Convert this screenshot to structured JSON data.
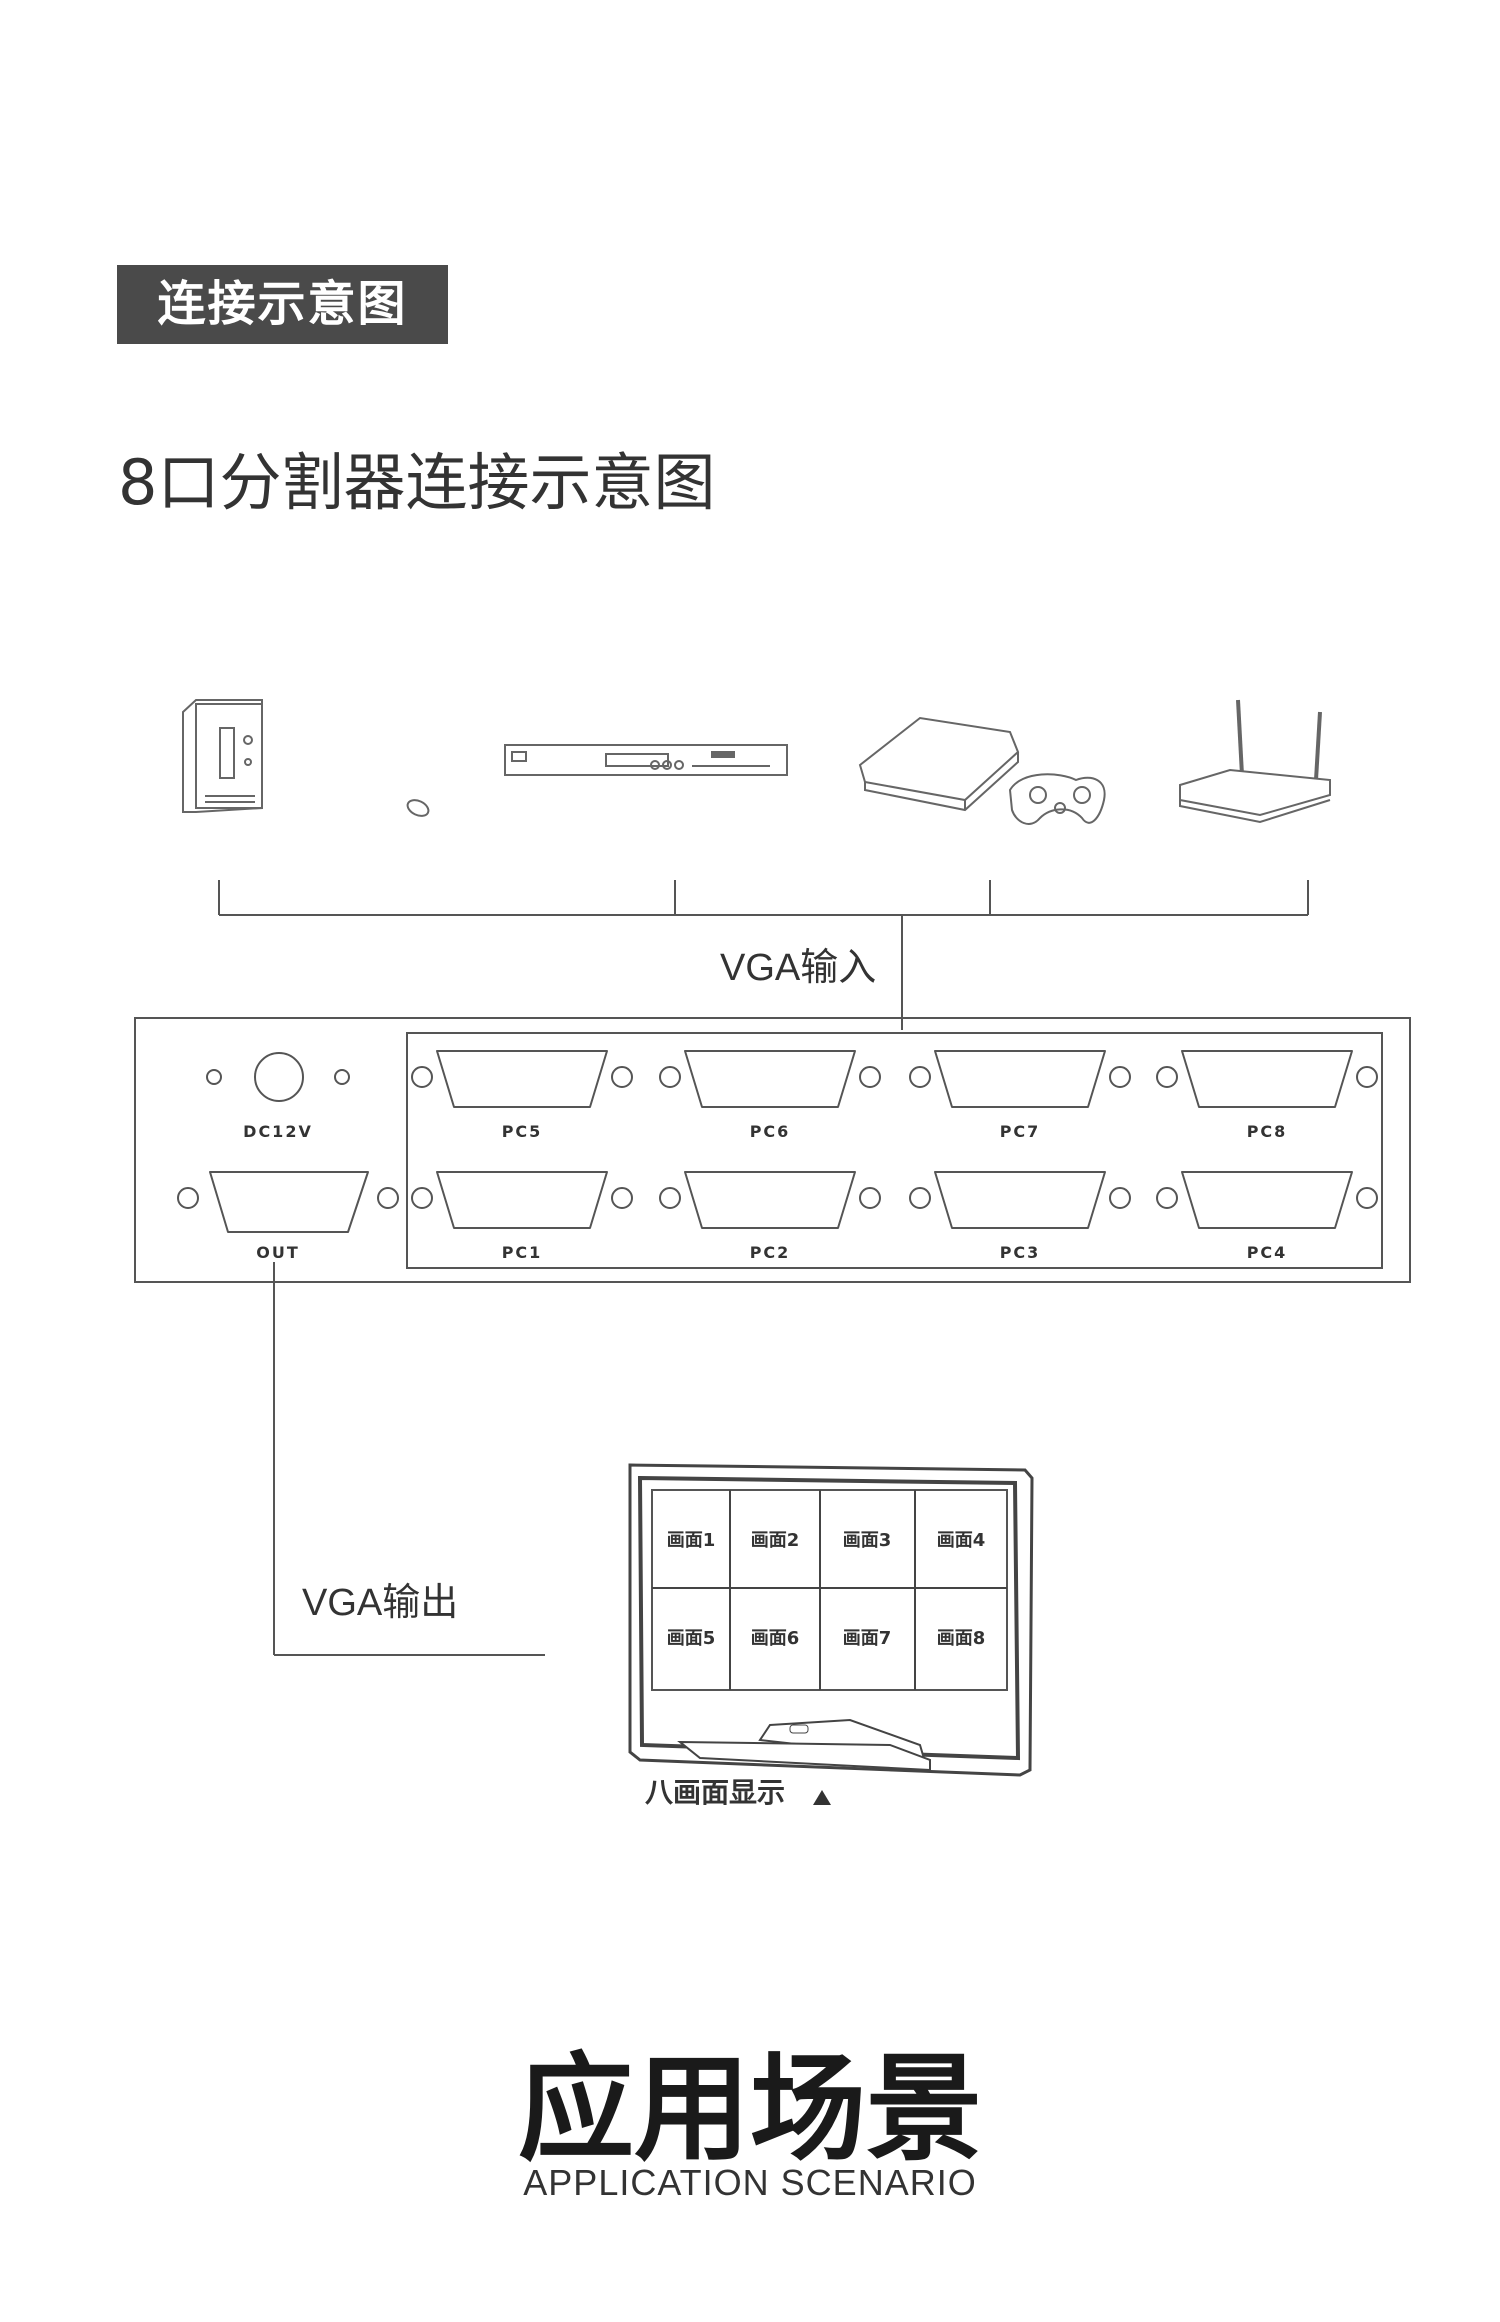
{
  "header": {
    "badge": "连接示意图",
    "subtitle": "8口分割器连接示意图"
  },
  "diagram": {
    "vga_input_label": "VGA输入",
    "vga_output_label": "VGA输出",
    "power_label": "DC12V",
    "out_label": "OUT",
    "ports_top": [
      "PC5",
      "PC6",
      "PC7",
      "PC8"
    ],
    "ports_bottom": [
      "PC1",
      "PC2",
      "PC3",
      "PC4"
    ],
    "screens": [
      "画面1",
      "画面2",
      "画面3",
      "画面4",
      "画面5",
      "画面6",
      "画面7",
      "画面8"
    ],
    "monitor_caption": "八画面显示",
    "devices": [
      "computer-icon",
      "mouse-icon",
      "set-top-box-icon",
      "game-console-icon",
      "gamepad-icon",
      "router-icon"
    ]
  },
  "section": {
    "title": "应用场景",
    "subtitle": "APPLICATION SCENARIO"
  },
  "colors": {
    "badge_bg": "#4a4a4a",
    "line": "#555555",
    "text": "#333333"
  }
}
